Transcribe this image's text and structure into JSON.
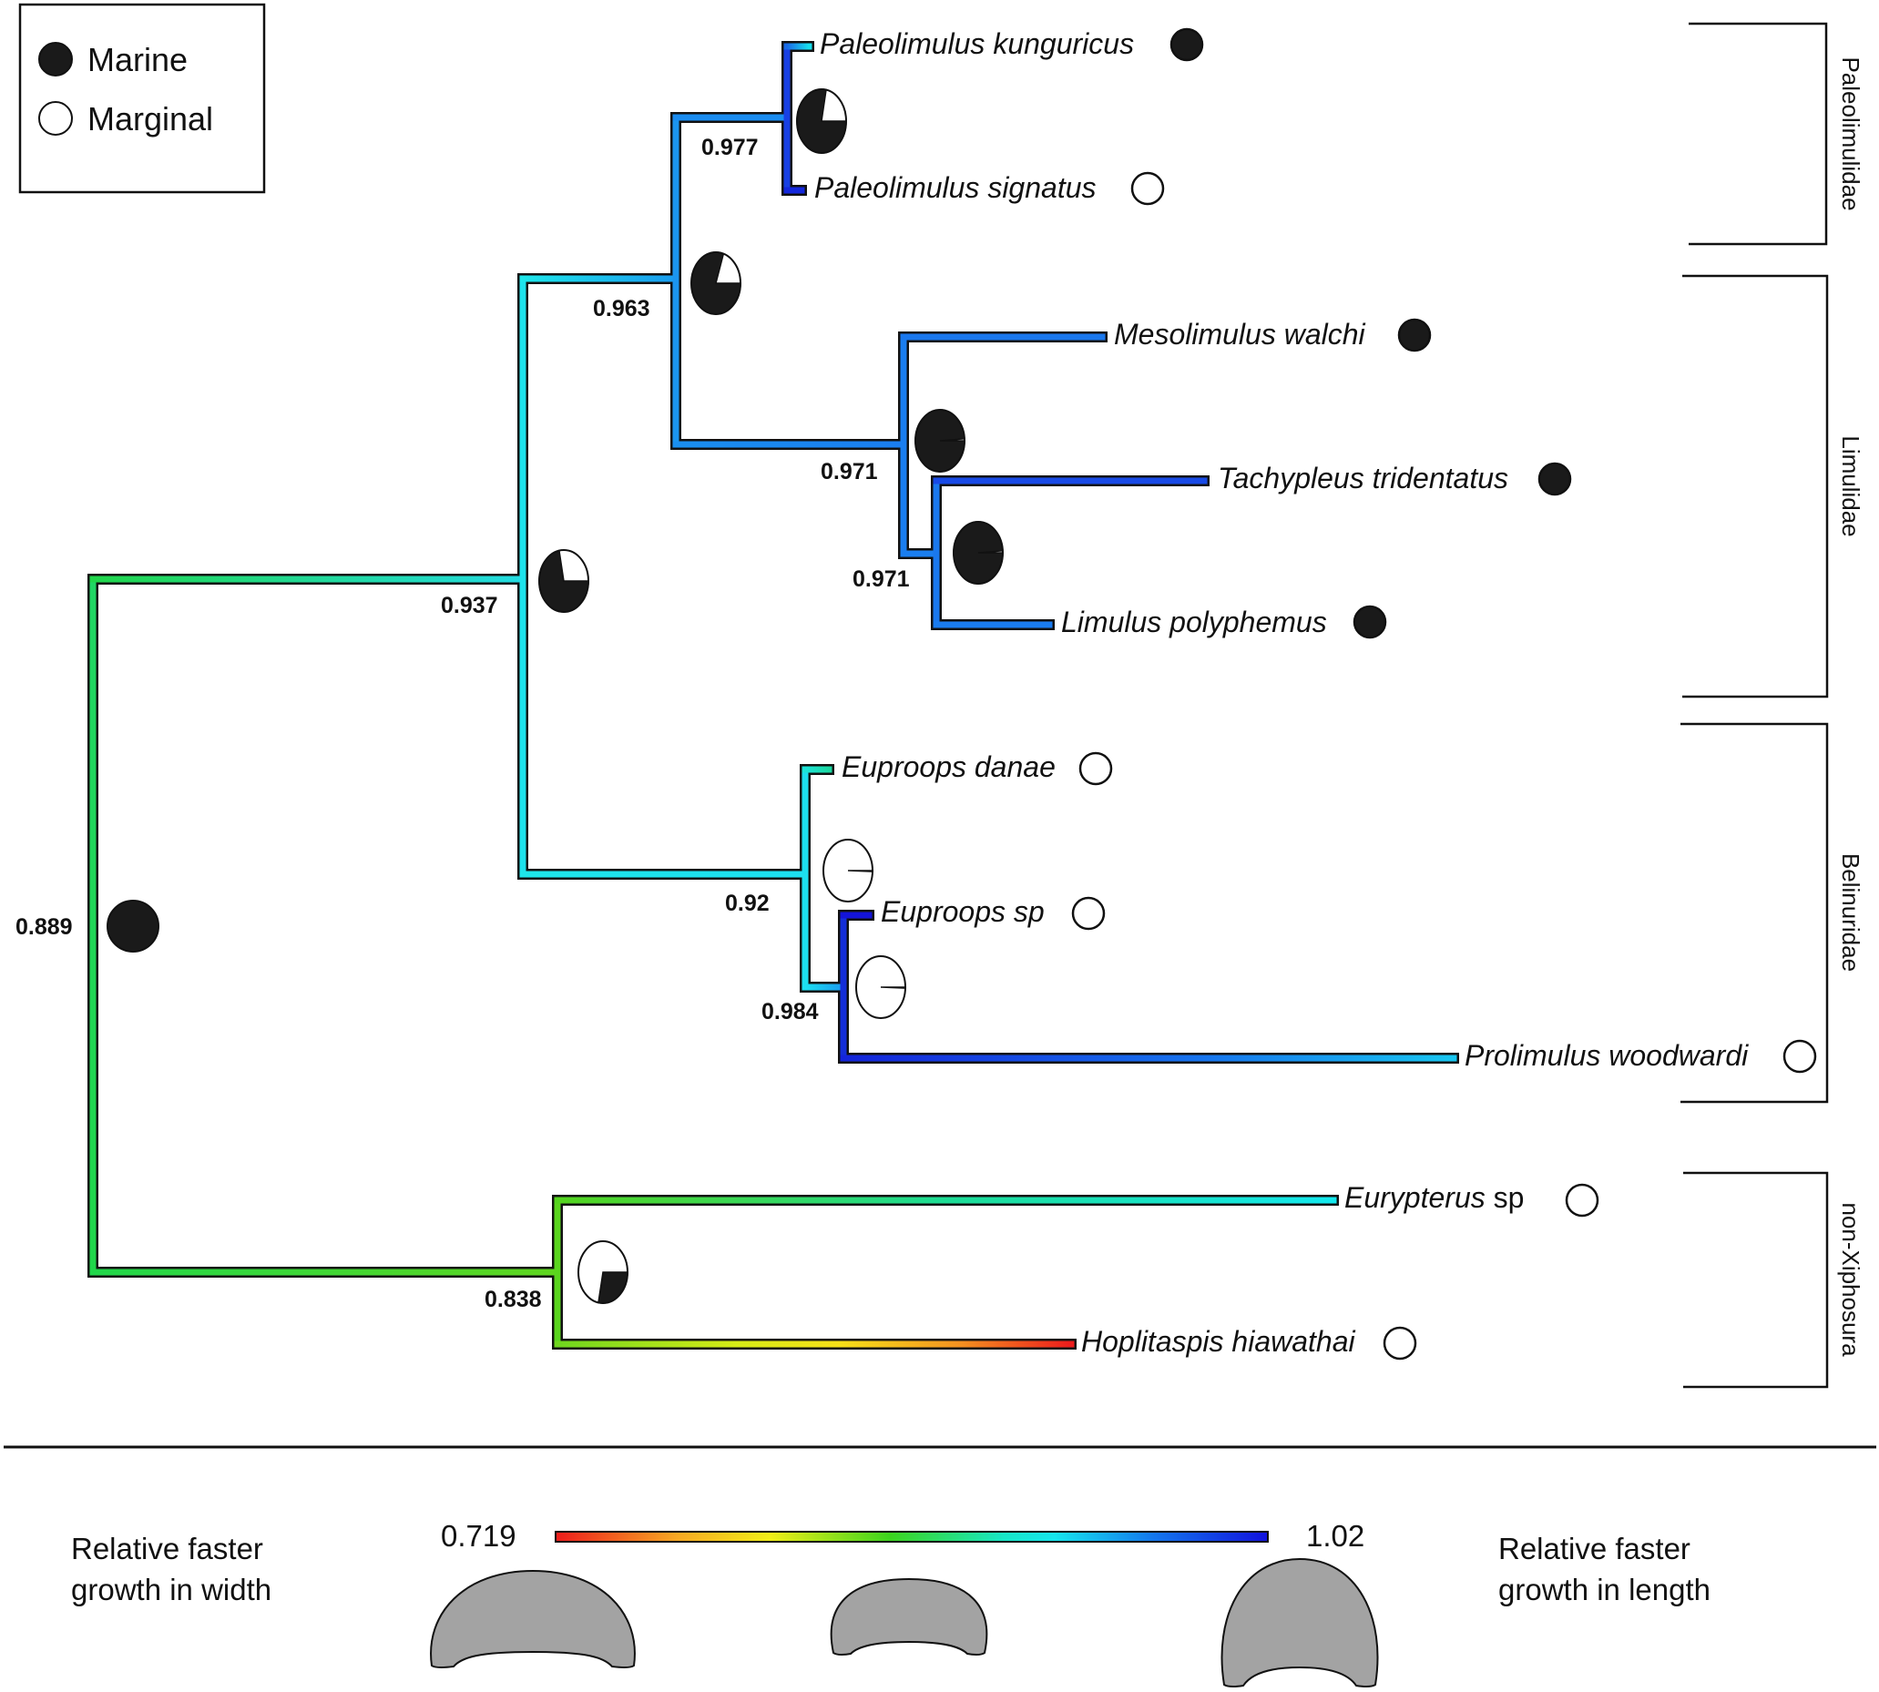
{
  "legend": {
    "marine_label": "Marine",
    "marginal_label": "Marginal"
  },
  "taxa": {
    "paleolimulus_kunguricus": "Paleolimulus kunguricus",
    "paleolimulus_signatus": "Paleolimulus signatus",
    "mesolimulus_walchi": "Mesolimulus walchi",
    "tachypleus_tridentatus": "Tachypleus tridentatus",
    "limulus_polyphemus": "Limulus polyphemus",
    "euproops_danae": "Euproops danae",
    "euproops_sp": "Euproops sp",
    "prolimulus_woodwardi": "Prolimulus woodwardi",
    "eurypterus_genus": "Eurypterus",
    "eurypterus_sp": "sp",
    "hoplitaspis_hiawathai": "Hoplitaspis hiawathai"
  },
  "tip_states": {
    "paleolimulus_kunguricus": "Marine",
    "paleolimulus_signatus": "Marginal",
    "mesolimulus_walchi": "Marine",
    "tachypleus_tridentatus": "Marine",
    "limulus_polyphemus": "Marine",
    "euproops_danae": "Marginal",
    "euproops_sp": "Marginal",
    "prolimulus_woodwardi": "Marginal",
    "eurypterus_sp": "Marginal",
    "hoplitaspis_hiawathai": "Marginal"
  },
  "node_support": {
    "root": "0.889",
    "xiphosura": "0.937",
    "upper": "0.963",
    "paleolimulidae": "0.977",
    "limulidae": "0.971",
    "limulinae": "0.971",
    "belinuridae": "0.92",
    "euproops_prolimulus": "0.984",
    "non_xiphosura": "0.838"
  },
  "node_marine_fraction": {
    "root": 1.0,
    "xiphosura": 0.72,
    "upper": 0.8,
    "paleolimulidae": 0.78,
    "limulidae": 0.99,
    "limulinae": 0.99,
    "belinuridae": 0.005,
    "euproops_prolimulus": 0.005,
    "non_xiphosura": 0.28
  },
  "clades": {
    "paleolimulidae": "Paleolimulidae",
    "limulidae": "Limulidae",
    "belinuridae": "Belinuridae",
    "non_xiphosura": "non-Xiphosura"
  },
  "color_scale": {
    "min_label": "0.719",
    "max_label": "1.02",
    "min_value": 0.719,
    "max_value": 1.02,
    "stops": [
      "#ee1c1c",
      "#f7a823",
      "#f2ee17",
      "#3cd51e",
      "#17e7c8",
      "#16e6ee",
      "#1477ee",
      "#1111dd"
    ],
    "left_caption_line1": "Relative faster",
    "left_caption_line2": "growth in width",
    "right_caption_line1": "Relative faster",
    "right_caption_line2": "growth in length"
  },
  "colors": {
    "marine": "#1a1a1a",
    "marginal": "#ffffff",
    "shape_fill": "#a3a3a3"
  }
}
